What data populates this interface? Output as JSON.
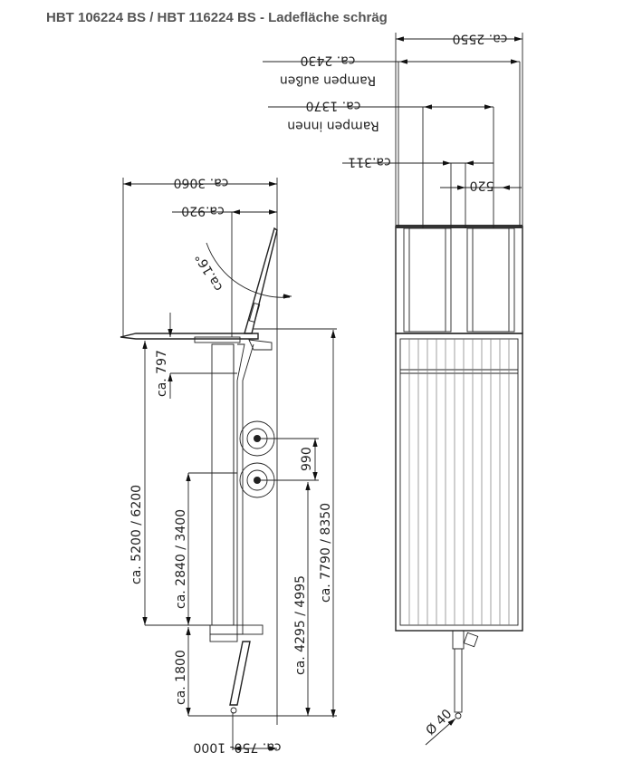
{
  "title": "HBT 106224 BS / HBT 116224 BS - Ladefläche schräg",
  "top_view": {
    "width_total": "ca. 2550",
    "ramps_outer_value": "ca. 2430",
    "ramps_outer_label": "Rampen außen",
    "ramps_inner_value": "ca. 1370",
    "ramps_inner_label": "Rampen innen",
    "ramp_width": "ca.311",
    "ramp_spacing": "520",
    "coupling_diameter": "Ø 40"
  },
  "side_view": {
    "tilt_length": "ca. 3060",
    "ramp_projection": "ca.920",
    "tilt_angle": "ca.16°",
    "front_height": "ca. 797",
    "deck_length": "ca. 5200 / 6200",
    "axle_offset": "ca. 2840 / 3400",
    "drawbar_length": "ca. 1800",
    "axle_spacing": "990",
    "axle_to_coupling": "ca. 4295 / 4995",
    "overall_length": "ca. 7790 / 8350",
    "coupling_height": "ca. 750- 1000"
  }
}
